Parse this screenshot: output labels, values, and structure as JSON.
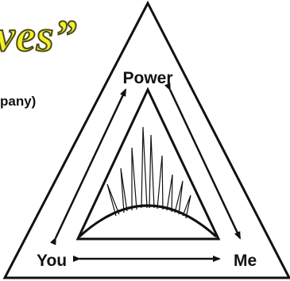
{
  "title_fragment": "ves”",
  "subtitle_fragment": "pany)",
  "diagram": {
    "vertices": {
      "top": "Power",
      "bottom_left": "You",
      "bottom_right": "Me"
    },
    "colors": {
      "line": "#111111",
      "title_fill": "#f4ef2a",
      "background": "#ffffff"
    }
  }
}
